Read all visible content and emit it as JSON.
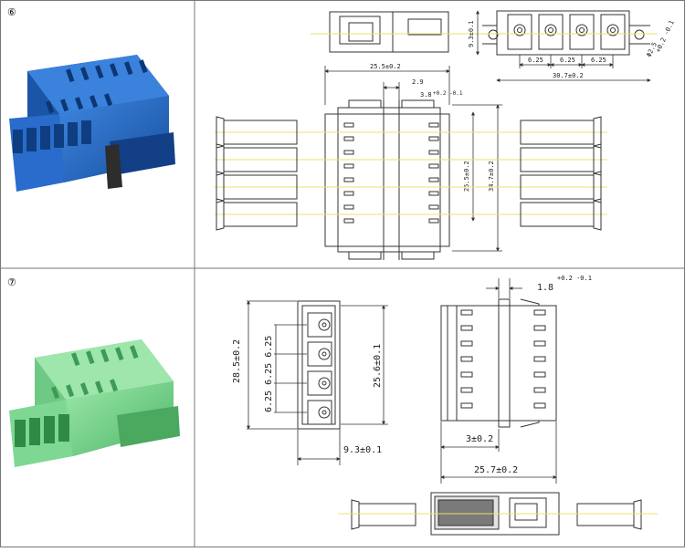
{
  "panels": [
    {
      "number": "⑥",
      "color": "#1f5fb8",
      "dims": {
        "height_top": "9.3±0.1",
        "pitch_a": "6.25",
        "pitch_b": "6.25",
        "pitch_c": "6.25",
        "hole": "Φ2.5",
        "hole_tol": "+0.2 -0.1",
        "total_flange": "30.7±0.2",
        "length": "25.5±0.2",
        "flange_offset": "2.9",
        "flange_thk": "3.8",
        "flange_thk_tol": "+0.2 -0.1",
        "inner_height": "25.5±0.2",
        "outer_height": "34.7±0.2"
      }
    },
    {
      "number": "⑦",
      "color": "#6fcf8a",
      "dims": {
        "outer_height": "28.5±0.2",
        "pitches": "6.25 6.25 6.25",
        "inner_height": "25.6±0.1",
        "width": "9.3±0.1",
        "flange_thk": "1.8",
        "flange_thk_tol": "+0.2 -0.1",
        "offset": "3±0.2",
        "length": "25.7±0.2"
      }
    }
  ]
}
